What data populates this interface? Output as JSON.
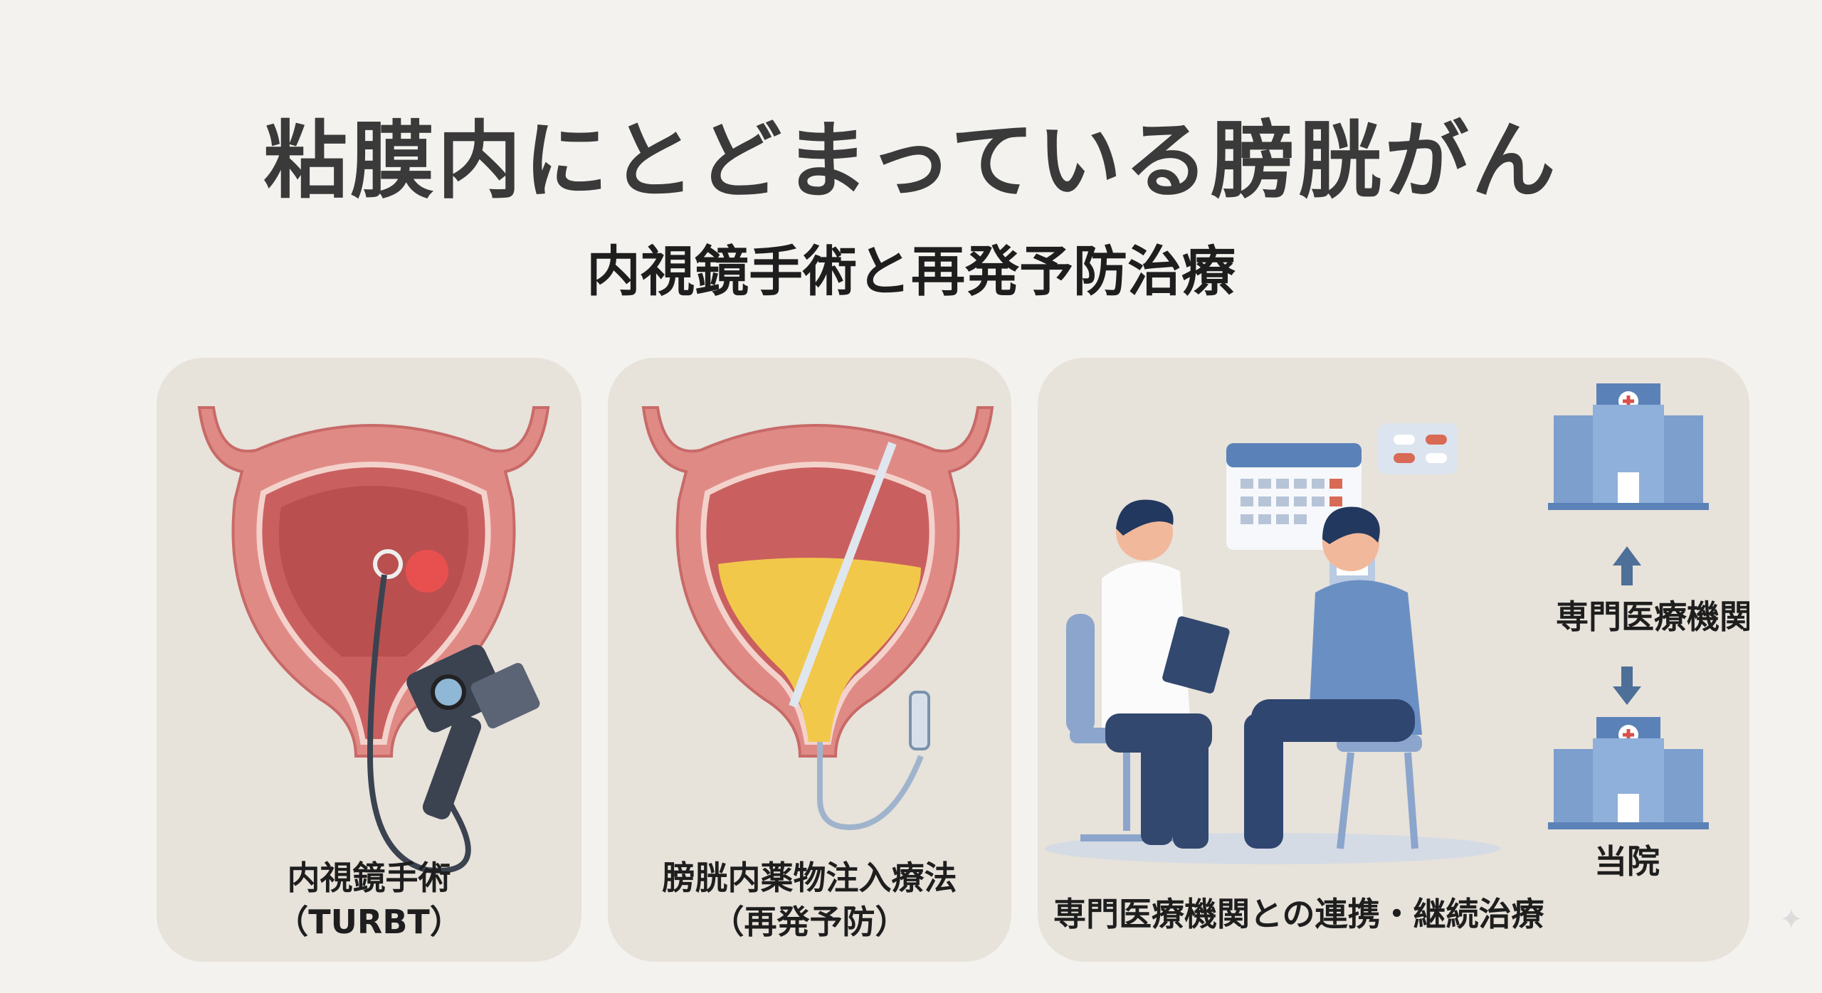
{
  "title": "粘膜内にとどまっている膀胱がん",
  "subtitle": "内視鏡手術と再発予防治療",
  "panels": [
    {
      "label_line1": "内視鏡手術",
      "label_line2": "（TURBT）"
    },
    {
      "label_line1": "膀胱内薬物注入療法",
      "label_line2": "（再発予防）"
    },
    {
      "caption": "専門医療機関との連携・継続治療",
      "top_building_label": "専門医療機関",
      "bottom_building_label": "当院"
    }
  ],
  "colors": {
    "bladder_outer": "#e08a86",
    "bladder_inner": "#c9605f",
    "drug": "#f2c84b",
    "accent_blue": "#5b82b8",
    "background": "#f3f2ee",
    "panel": "#e7e2da"
  }
}
